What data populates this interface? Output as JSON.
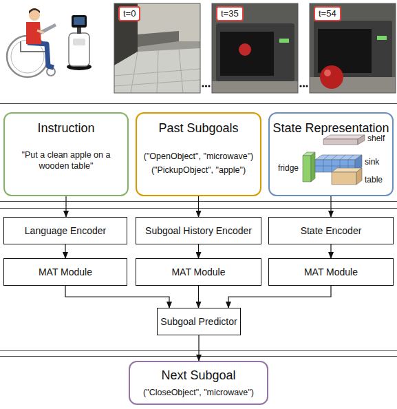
{
  "diagram": {
    "nodes": [
      {
        "text": [
          "Instruction",
          "\"Put a clean apple on a wooden table\""
        ]
      },
      {
        "text": [
          "Past Subgoals",
          "(\"OpenObject\", \"microwave\")",
          "(\"PickupObject\", \"apple\")"
        ]
      },
      {
        "text": [
          "State Representation"
        ]
      },
      {
        "text": [
          "Language Encoder"
        ]
      },
      {
        "text": [
          "Subgoal History Encoder"
        ]
      },
      {
        "text": [
          "State Encoder"
        ]
      },
      {
        "text": [
          "MAT Module"
        ]
      },
      {
        "text": [
          "MAT Module"
        ]
      },
      {
        "text": [
          "MAT Module"
        ]
      },
      {
        "text": [
          "Subgoal Predictor"
        ]
      },
      {
        "text": [
          "Next Subgoal",
          "(\"CloseObject\", \"microwave\")"
        ]
      }
    ],
    "edges": [
      {
        "from": 0,
        "to": 3,
        "arrow": "to"
      },
      {
        "from": 1,
        "to": 4,
        "arrow": "to"
      },
      {
        "from": 2,
        "to": 5,
        "arrow": "to"
      },
      {
        "from": 3,
        "to": 6,
        "arrow": "to"
      },
      {
        "from": 4,
        "to": 7,
        "arrow": "to"
      },
      {
        "from": 5,
        "to": 8,
        "arrow": "to"
      },
      {
        "from": 6,
        "to": 9,
        "arrow": "to"
      },
      {
        "from": 7,
        "to": 9,
        "arrow": "to"
      },
      {
        "from": 8,
        "to": 9,
        "arrow": "to"
      },
      {
        "from": 9,
        "to": 10,
        "arrow": "to"
      }
    ],
    "labels": [
      "t=0",
      "t=35",
      "t=54",
      "shelf",
      "fridge",
      "sink",
      "table"
    ]
  }
}
